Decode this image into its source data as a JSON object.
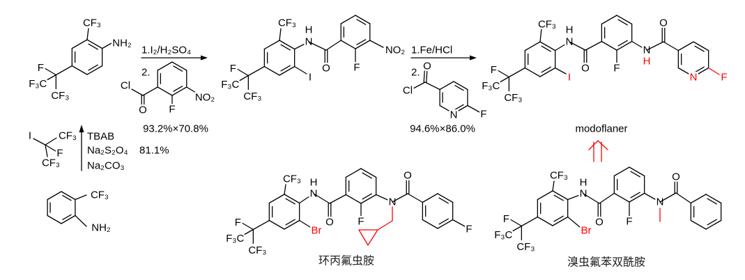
{
  "colors": {
    "bond": "#000000",
    "highlight": "#ff0000",
    "text": "#000000"
  },
  "starting_material": {
    "cf3": "CF₃",
    "nh2": "NH₂",
    "f": "F",
    "f3c": "F₃C",
    "cf3_b": "CF₃"
  },
  "step1": {
    "reagent_1": "1.I₂/H₂SO₄",
    "reagent_2_num": "2.",
    "acid_chloride": {
      "cl": "Cl",
      "o": "O",
      "f": "F",
      "no2": "NO₂"
    },
    "yield": "93.2%×70.8%"
  },
  "intermediate": {
    "cf3": "CF₃",
    "n": "N",
    "h": "H",
    "i": "I",
    "o": "O",
    "f_ring": "F",
    "no2": "NO₂",
    "f": "F",
    "f3c": "F₃C",
    "cf3_b": "CF₃"
  },
  "step2": {
    "reagent_1": "1.Fe/HCl",
    "reagent_2_num": "2.",
    "acid_chloride": {
      "cl": "Cl",
      "o": "O",
      "n": "N",
      "f": "F"
    },
    "yield": "94.6%×86.0%"
  },
  "modoflaner": {
    "name": "modoflaner",
    "cf3": "CF₃",
    "n1": "N",
    "h1": "H",
    "i": "I",
    "o1": "O",
    "f_ring": "F",
    "n2": "N",
    "h2": "H",
    "o2": "O",
    "n_py": "N",
    "f_py": "F",
    "f": "F",
    "f3c": "F₃C",
    "cf3_b": "CF₃"
  },
  "precursor_step": {
    "reagent_alkyl": {
      "i": "I",
      "cf3": "CF₃",
      "f": "F",
      "cf3_b": "CF₃"
    },
    "conditions": [
      "TBAB",
      "Na₂S₂O₄",
      "Na₂CO₃"
    ],
    "yield": "81.1%"
  },
  "aniline": {
    "cf3": "CF₃",
    "nh2": "NH₂"
  },
  "cyclopropyl_compound": {
    "name": "环丙氟虫胺",
    "cf3": "CF₃",
    "n1": "N",
    "h1": "H",
    "br": "Br",
    "o1": "O",
    "f_ring": "F",
    "n2": "N",
    "o2": "O",
    "f_ph": "F",
    "f": "F",
    "f3c": "F₃C",
    "cf3_b": "CF₃"
  },
  "broflanilide": {
    "name": "溴虫氟苯双酰胺",
    "cf3": "CF₃",
    "n1": "N",
    "h1": "H",
    "br": "Br",
    "o1": "O",
    "f_ring": "F",
    "n2": "N",
    "o2": "O",
    "f": "F",
    "f3c": "F₃C",
    "cf3_b": "CF₃"
  }
}
